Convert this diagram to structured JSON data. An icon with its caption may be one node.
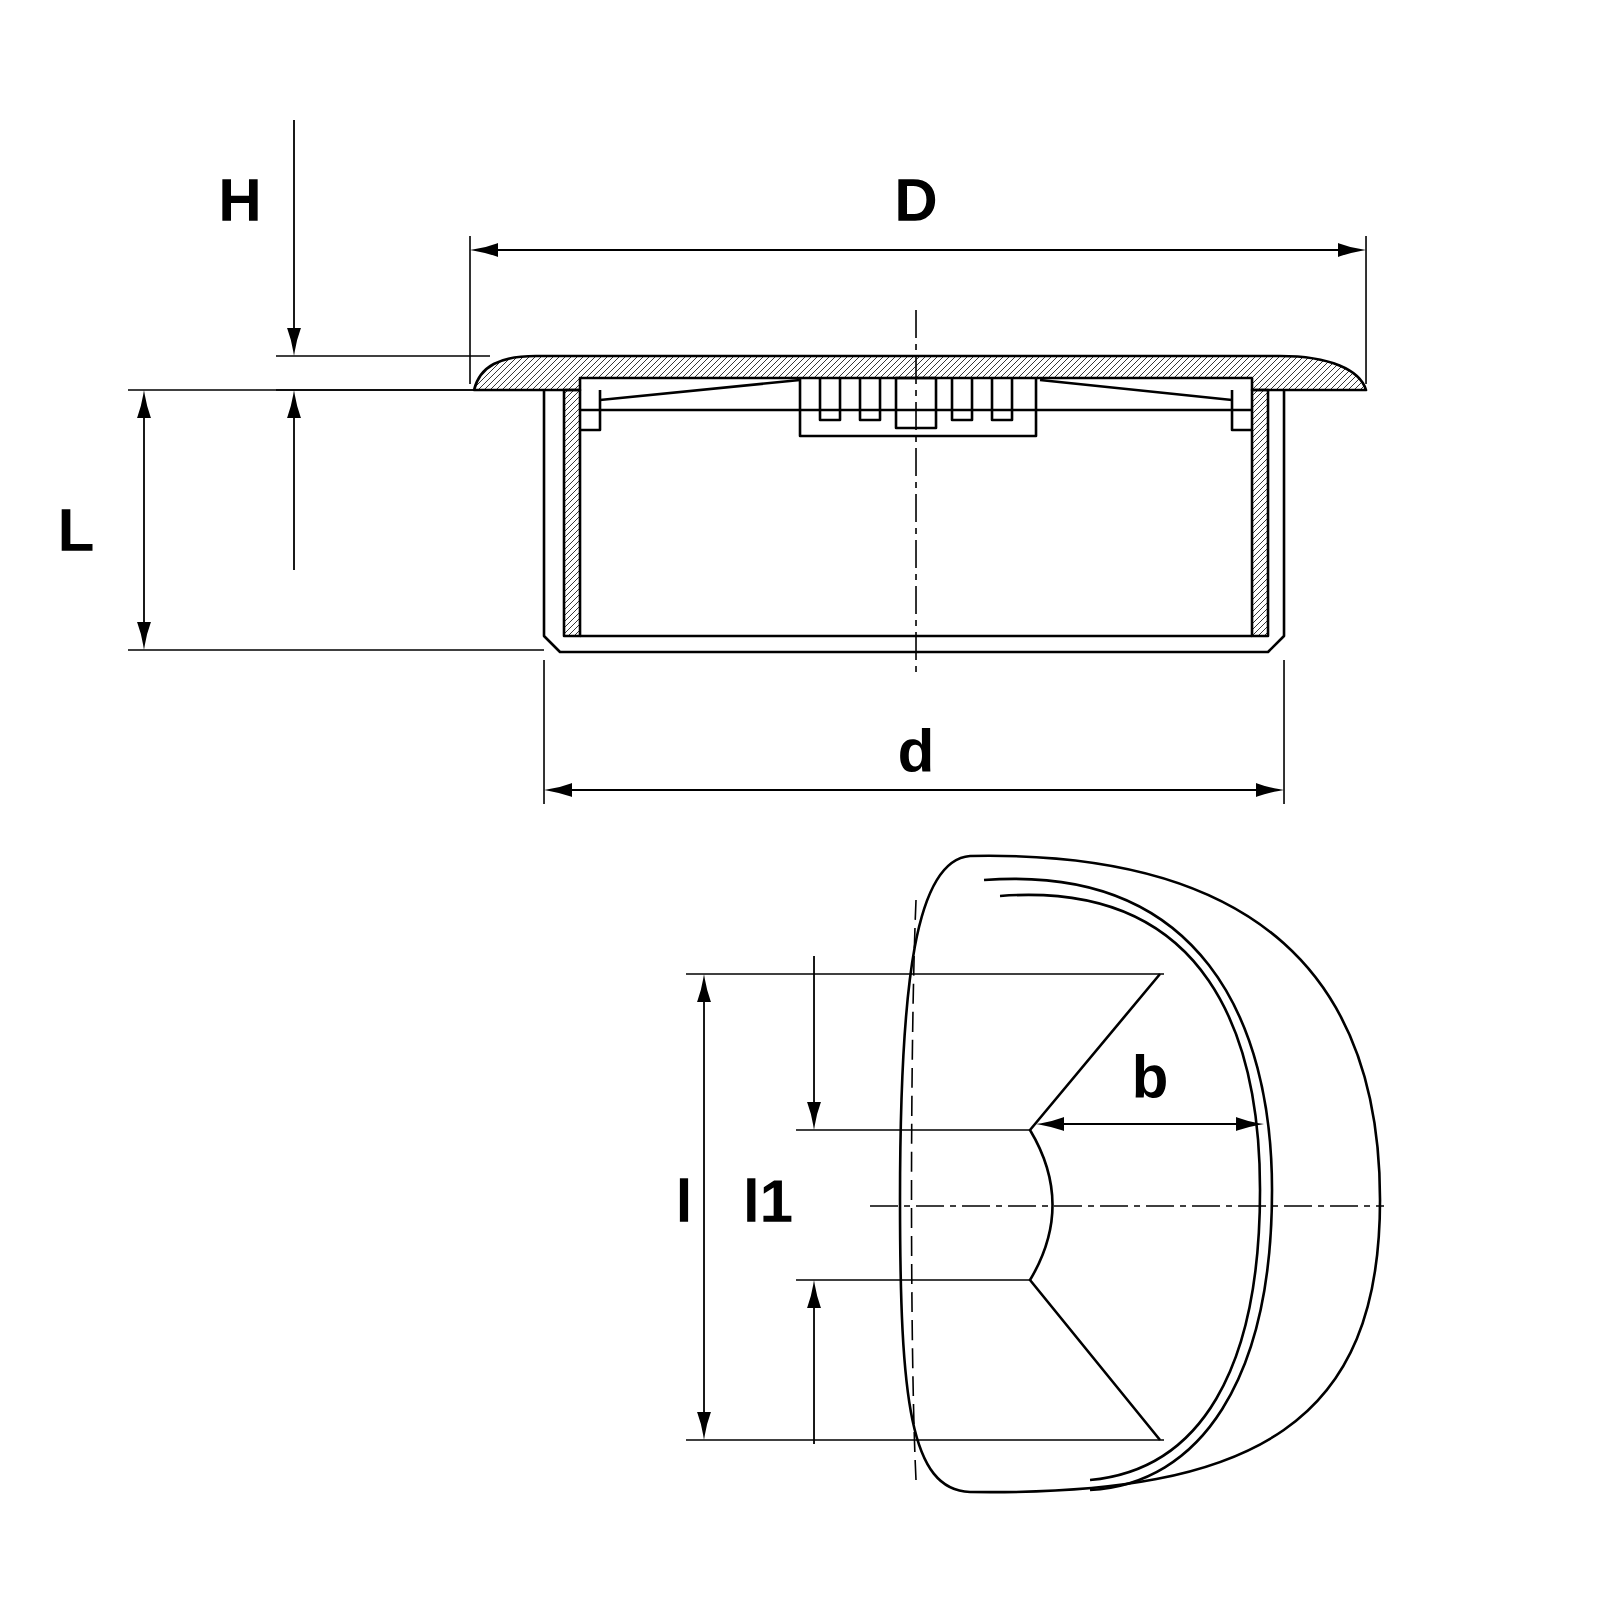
{
  "diagram": {
    "labels": [
      "H",
      "D",
      "L",
      "d",
      "b",
      "l",
      "l1"
    ]
  }
}
